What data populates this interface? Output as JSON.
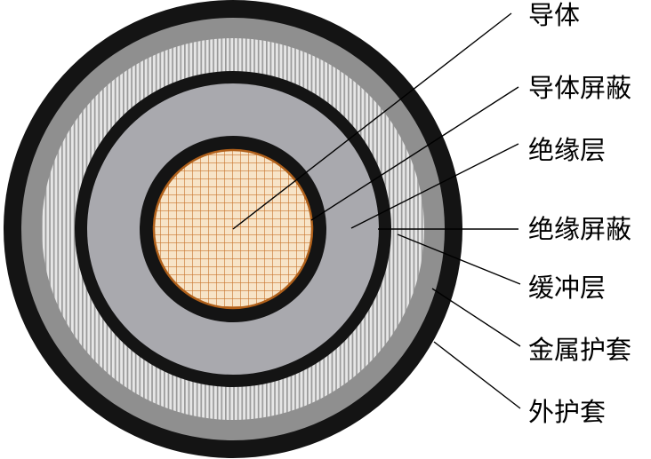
{
  "labels": {
    "conductor": "导体",
    "conductor_screen": "导体屏蔽",
    "insulation": "绝缘层",
    "insulation_screen": "绝缘屏蔽",
    "buffer_layer": "缓冲层",
    "metal_sheath": "金属护套",
    "outer_sheath": "外护套"
  },
  "colors": {
    "outer_sheath": "#141414",
    "metal_sheath": "#8f8f8f",
    "buffer_layer": "#e6e6e6",
    "buffer_stripe": "#9a9a9a",
    "insulation_screen": "#141414",
    "insulation": "#a9a9ae",
    "conductor_screen": "#141414",
    "conductor": "#f7e4c8",
    "conductor_grid": "#c8742c",
    "conductor_edge": "#b0601a"
  }
}
